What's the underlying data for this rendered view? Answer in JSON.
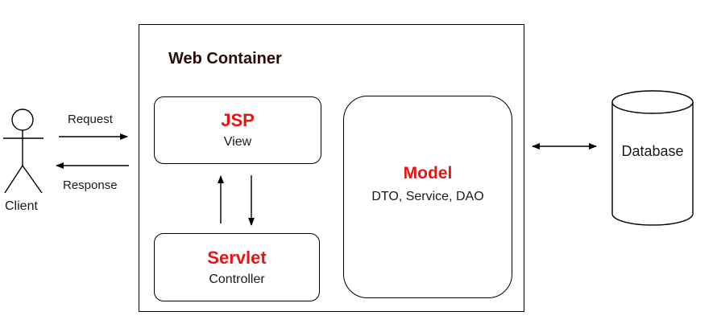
{
  "diagram": {
    "container": {
      "title": "Web Container"
    },
    "jsp": {
      "title": "JSP",
      "subtitle": "View"
    },
    "servlet": {
      "title": "Servlet",
      "subtitle": "Controller"
    },
    "model": {
      "title": "Model",
      "subtitle": "DTO, Service, DAO"
    },
    "database": {
      "label": "Database"
    },
    "client": {
      "label": "Client"
    },
    "edges": {
      "request": "Request",
      "response": "Response"
    }
  },
  "colors": {
    "accent_title": "#ee1111",
    "stroke": "#000000"
  }
}
